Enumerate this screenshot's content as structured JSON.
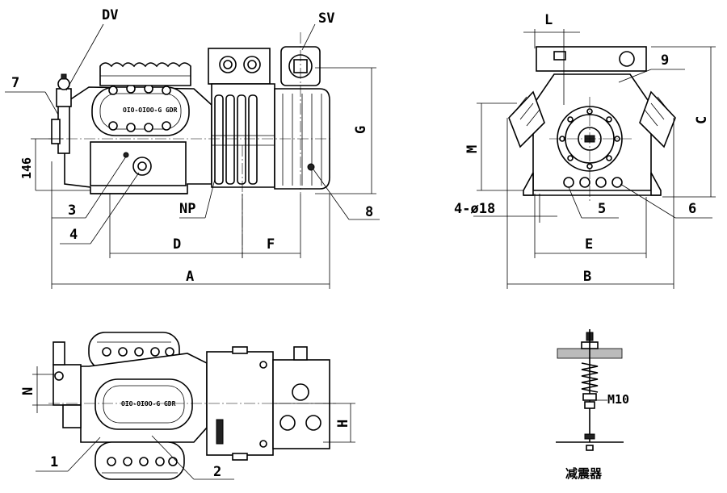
{
  "labels": {
    "dv": "DV",
    "sv": "SV",
    "n7": "7",
    "d146": "146",
    "n3": "3",
    "n4": "4",
    "np": "NP",
    "n8": "8",
    "dimD": "D",
    "dimF": "F",
    "dimA": "A",
    "dimG": "G",
    "dimL": "L",
    "n9": "9",
    "dimM": "M",
    "dimC": "C",
    "holes": "4-ø18",
    "n5": "5",
    "n6": "6",
    "dimE": "E",
    "dimB": "B",
    "dimN": "N",
    "dimH": "H",
    "n1": "1",
    "n2": "2",
    "m10": "M10",
    "damper": "减震器"
  }
}
